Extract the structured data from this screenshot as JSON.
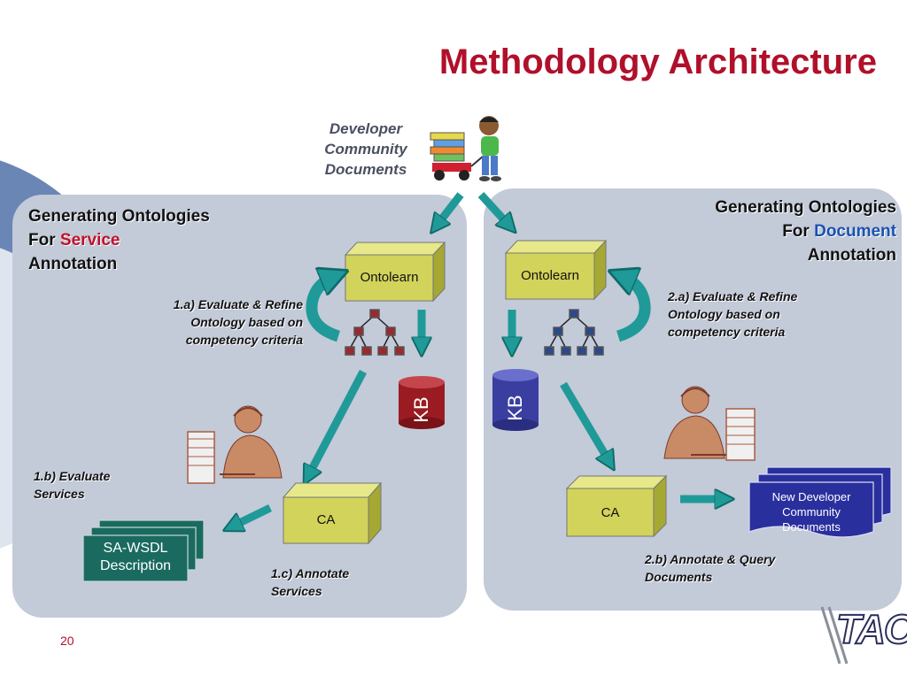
{
  "slide": {
    "title": "Methodology Architecture",
    "page_number": "20",
    "logo_text": "TAO"
  },
  "developer": {
    "line1": "Developer",
    "line2": "Community",
    "line3": "Documents"
  },
  "left_panel": {
    "title_line1": "Generating Ontologies",
    "title_for": "For",
    "title_highlight": "Service",
    "title_line3": "Annotation",
    "highlight_color": "#c0102a",
    "ontolearn": "Ontolearn",
    "kb": "KB",
    "ca": "CA",
    "note_a_line1": "1.a) Evaluate & Refine",
    "note_a_line2": "Ontology based on",
    "note_a_line3": "competency criteria",
    "note_b_line1": "1.b) Evaluate",
    "note_b_line2": "Services",
    "note_c_line1": "1.c) Annotate",
    "note_c_line2": "Services",
    "sawsdl_line1": "SA-WSDL",
    "sawsdl_line2": "Description"
  },
  "right_panel": {
    "title_line1": "Generating Ontologies",
    "title_for": "For",
    "title_highlight": "Document",
    "title_line3": "Annotation",
    "highlight_color": "#1a52b0",
    "ontolearn": "Ontolearn",
    "kb": "KB",
    "ca": "CA",
    "note_a_line1": "2.a) Evaluate & Refine",
    "note_a_line2": "Ontology based on",
    "note_a_line3": "competency criteria",
    "note_b_line1": "2.b) Annotate & Query",
    "note_b_line2": "Documents",
    "doc_line1": "New Developer",
    "doc_line2": "Community",
    "doc_line3": "Documents"
  },
  "colors": {
    "title": "#b0102a",
    "panel": "#c3cad8",
    "box_face": "#d2d35a",
    "arrow": "#1f9a98",
    "kb_left": "#9a1c22",
    "kb_right": "#3a3ea0",
    "tree_left": "#9a2a2f",
    "tree_right": "#2a4a8a",
    "doc_left": "#1a6a60",
    "doc_right": "#2a2f9e"
  }
}
